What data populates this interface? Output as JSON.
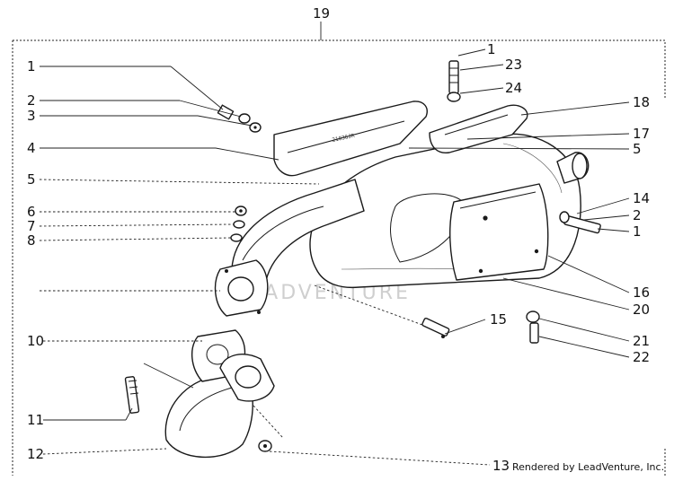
{
  "diagram": {
    "callouts": {
      "c19": "19",
      "c1a": "1",
      "c2a": "2",
      "c3": "3",
      "c4": "4",
      "c5a": "5",
      "c6": "6",
      "c7": "7",
      "c8": "8",
      "c10": "10",
      "c11": "11",
      "c12": "12",
      "c13": "13",
      "c1b": "1",
      "c23": "23",
      "c24": "24",
      "c18": "18",
      "c17": "17",
      "c5b": "5",
      "c14": "14",
      "c2b": "2",
      "c1c": "1",
      "c16": "16",
      "c20": "20",
      "c15": "15",
      "c21": "21",
      "c22": "22"
    },
    "watermark": "LEADVENTURE",
    "credit": "Rendered by LeadVenture, Inc."
  }
}
